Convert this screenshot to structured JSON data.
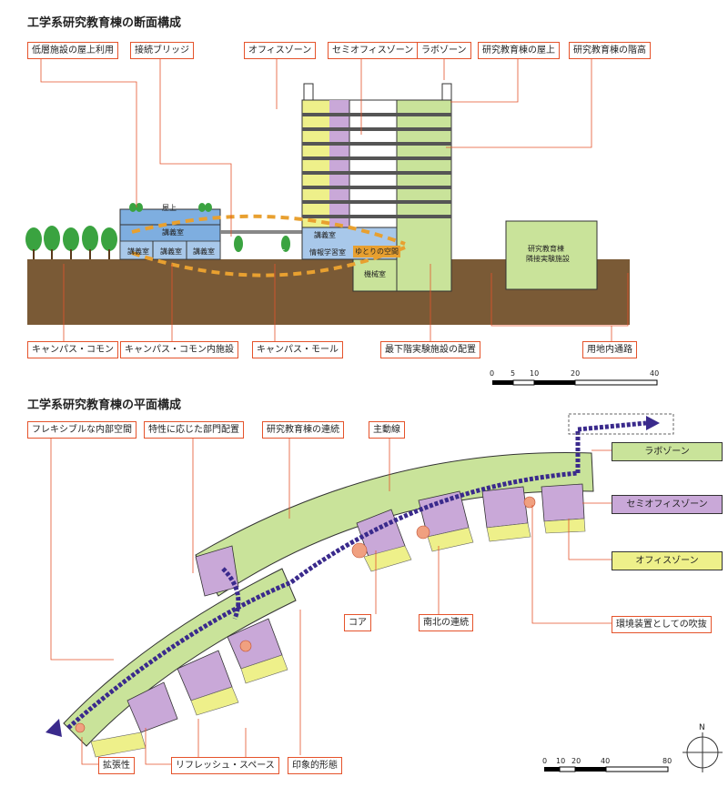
{
  "section": {
    "title": "工学系研究教育棟の断面構成",
    "labels": {
      "rooftop_use": "低層施設の屋上利用",
      "bridge": "接続ブリッジ",
      "office_zone": "オフィスゾーン",
      "semi_office_zone": "セミオフィスゾーン",
      "lab_zone": "ラボゾーン",
      "roof": "研究教育棟の屋上",
      "floor_height": "研究教育棟の階高",
      "campus_common": "キャンパス・コモン",
      "common_facility": "キャンパス・コモン内施設",
      "campus_mall": "キャンパス・モール",
      "lowest_floor": "最下階実験施設の配置",
      "site_road": "用地内通路"
    },
    "inner": {
      "rooftop": "屋上",
      "lecture1": "講義室",
      "lecture2": "講義室",
      "lecture3": "講義室",
      "lecture4": "講義室",
      "lecture5": "講義室",
      "mall": "キャンパスモール",
      "info": "情報学習室",
      "yutori": "ゆとりの空間",
      "machine": "機械室",
      "annex_l1": "研究教育棟",
      "annex_l2": "隣接実験施設"
    },
    "scale": [
      "0",
      "5",
      "10",
      "20",
      "40"
    ]
  },
  "plan": {
    "title": "工学系研究教育棟の平面構成",
    "labels": {
      "flexible": "フレキシブルな内部空間",
      "dept": "特性に応じた部門配置",
      "continuity": "研究教育棟の連続",
      "main_line": "主動線",
      "core": "コア",
      "north_south": "南北の連続",
      "atrium": "環境装置としての吹抜",
      "expand": "拡張性",
      "refresh": "リフレッシュ・スペース",
      "form": "印象的形態"
    },
    "zones": {
      "lab": "ラボゾーン",
      "semi": "セミオフィスゾーン",
      "office": "オフィスゾーン"
    },
    "scale": [
      "0",
      "10",
      "20",
      "40",
      "80"
    ],
    "north": "N"
  },
  "colors": {
    "lab": "#c9e39a",
    "semi": "#c9a8d8",
    "office": "#eef08a",
    "blue": "#7eaee0",
    "ground": "#7a5a36",
    "accent": "#e5532b",
    "flow": "#3a2a8c",
    "arrow": "#e8a030"
  }
}
